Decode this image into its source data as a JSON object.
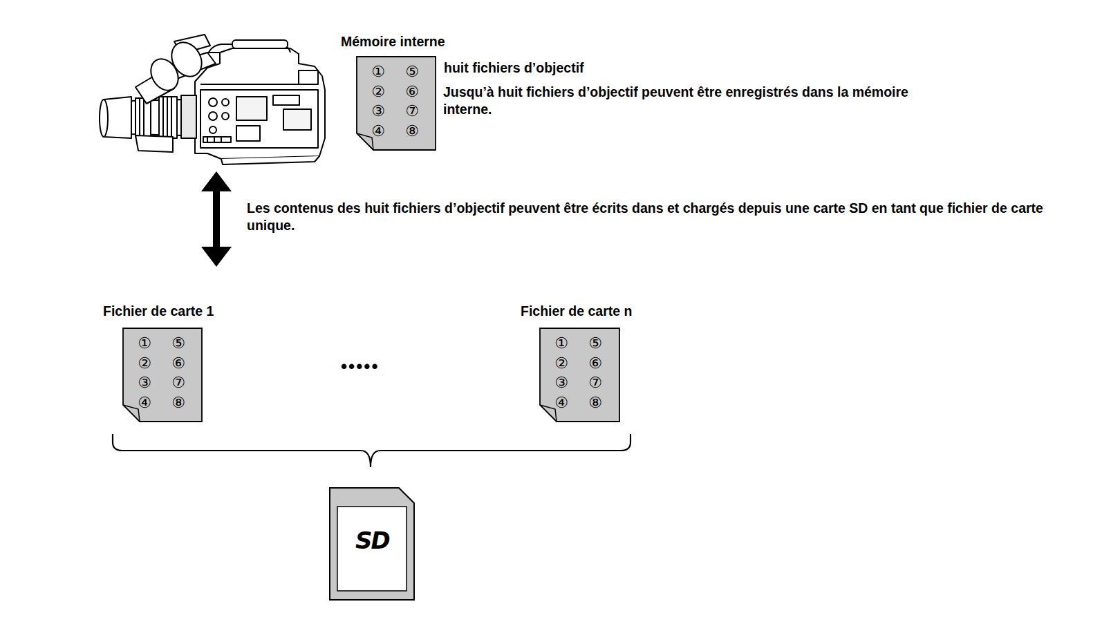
{
  "diagram": {
    "nodes": [
      {
        "text": [
          "Mémoire interne",
          "①",
          "⑤",
          "②",
          "⑥",
          "③",
          "⑦",
          "④",
          "⑧"
        ]
      },
      {
        "text": [
          "Fichier de carte 1",
          "①",
          "⑤",
          "②",
          "⑥",
          "③",
          "⑦",
          "④",
          "⑧"
        ]
      },
      {
        "text": [
          "Fichier de carte n",
          "①",
          "⑤",
          "②",
          "⑥",
          "③",
          "⑦",
          "④",
          "⑧"
        ]
      },
      {
        "text": [
          "SD"
        ]
      }
    ],
    "labels": [
      "huit fichiers d’objectif",
      "Jusqu’à huit fichiers d’objectif peuvent être enregistrés dans la mémoire interne.",
      "Les contenus des huit fichiers d’objectif peuvent être écrits dans et chargés depuis une carte SD en tant que fichier de carte unique.",
      "•••••"
    ]
  }
}
